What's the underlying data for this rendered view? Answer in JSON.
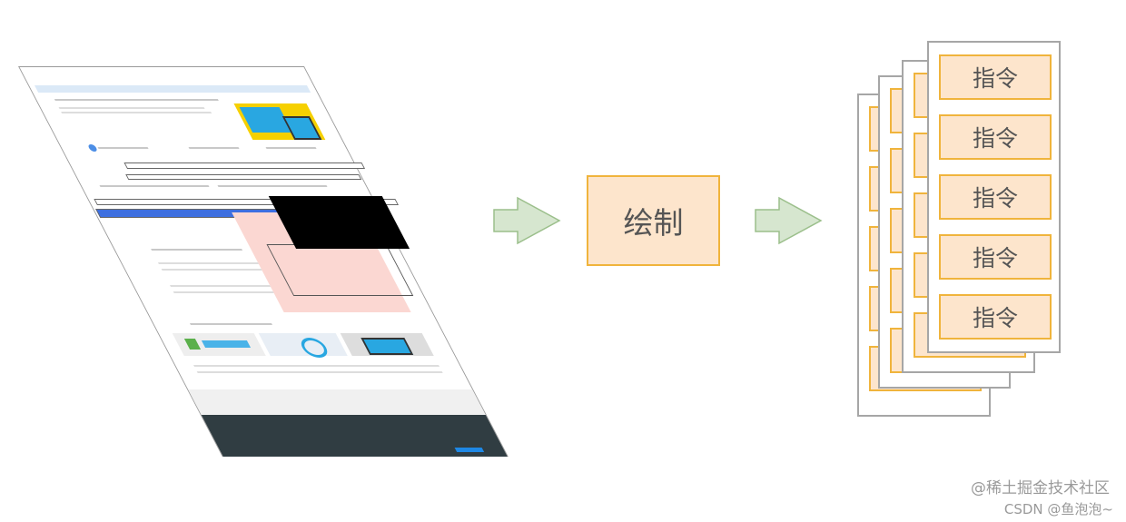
{
  "process": {
    "label": "绘制"
  },
  "instructions": {
    "label": "指令",
    "count_per_card": 5,
    "card_layers": 4
  },
  "colors": {
    "box_fill": "#fde5cc",
    "box_border": "#f0b43c",
    "arrow_fill": "#d6e6cf",
    "arrow_border": "#9bbf8b"
  },
  "watermark": {
    "line1": "@稀土掘金技术社区",
    "line2": "CSDN @鱼泡泡~"
  }
}
